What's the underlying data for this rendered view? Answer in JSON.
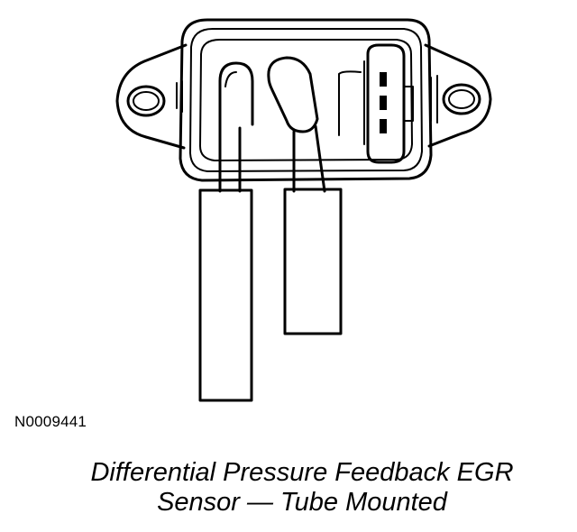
{
  "figure": {
    "reference_id": "N0009441",
    "caption_line1": "Differential Pressure Feedback EGR",
    "caption_line2": "Sensor — Tube Mounted"
  },
  "colors": {
    "background": "#ffffff",
    "line": "#000000"
  }
}
